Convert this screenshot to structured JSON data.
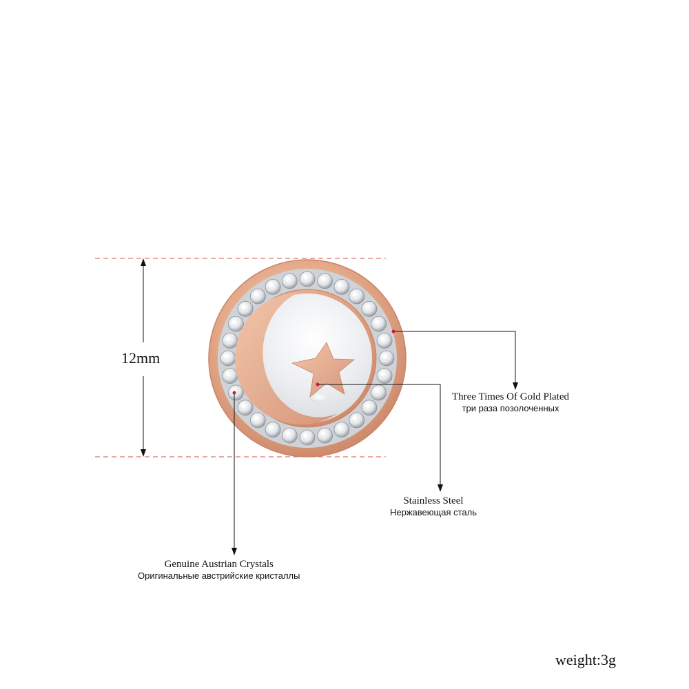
{
  "dimension": {
    "label": "12mm"
  },
  "callouts": {
    "plating": {
      "en": "Three Times Of Gold Plated",
      "ru": "три раза позолоченных"
    },
    "steel": {
      "en": "Stainless Steel",
      "ru": "Нержавеющая сталь"
    },
    "crystals": {
      "en": "Genuine Austrian Crystals",
      "ru": "Оригинальные австрийские кристаллы"
    }
  },
  "weight": {
    "label": "weight:3g"
  },
  "colors": {
    "rose_gold": "#e4aa8a",
    "rose_gold_dark": "#c98466",
    "guide_line": "#e07070",
    "pointer_dot": "#c0203a",
    "shell": "#eef0f2"
  }
}
